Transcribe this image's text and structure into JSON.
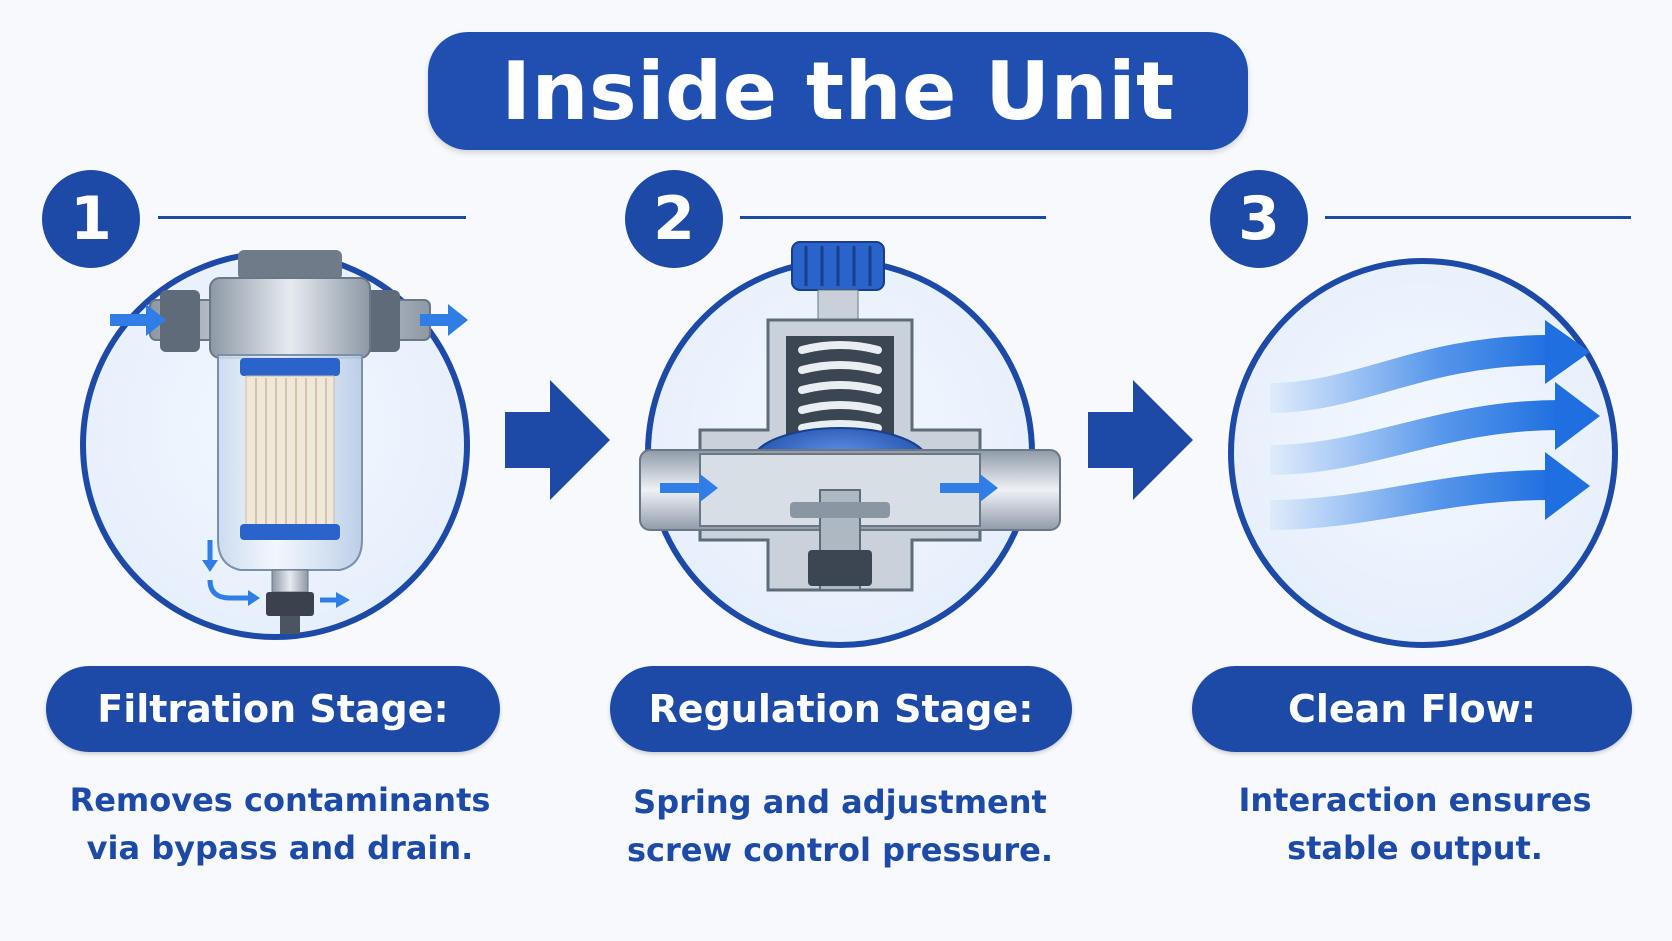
{
  "title": "Inside the Unit",
  "stages": [
    {
      "number": "1",
      "label": "Filtration Stage:",
      "desc_line1": "Removes contaminants",
      "desc_line2": "via bypass and drain."
    },
    {
      "number": "2",
      "label": "Regulation Stage:",
      "desc_line1": "Spring and adjustment",
      "desc_line2": "screw control pressure."
    },
    {
      "number": "3",
      "label": "Clean Flow:",
      "desc_line1": "Interaction ensures",
      "desc_line2": "stable output."
    }
  ],
  "colors": {
    "primary": "#1c4aa6",
    "accent": "#2f7ee6",
    "background": "#f7f9fc",
    "circle_fill": "#e1ecfa",
    "metal": "#b9c3ce"
  },
  "icons": [
    "filter-housing-icon",
    "pressure-regulator-icon",
    "flow-arrows-icon",
    "step-arrow-icon"
  ]
}
